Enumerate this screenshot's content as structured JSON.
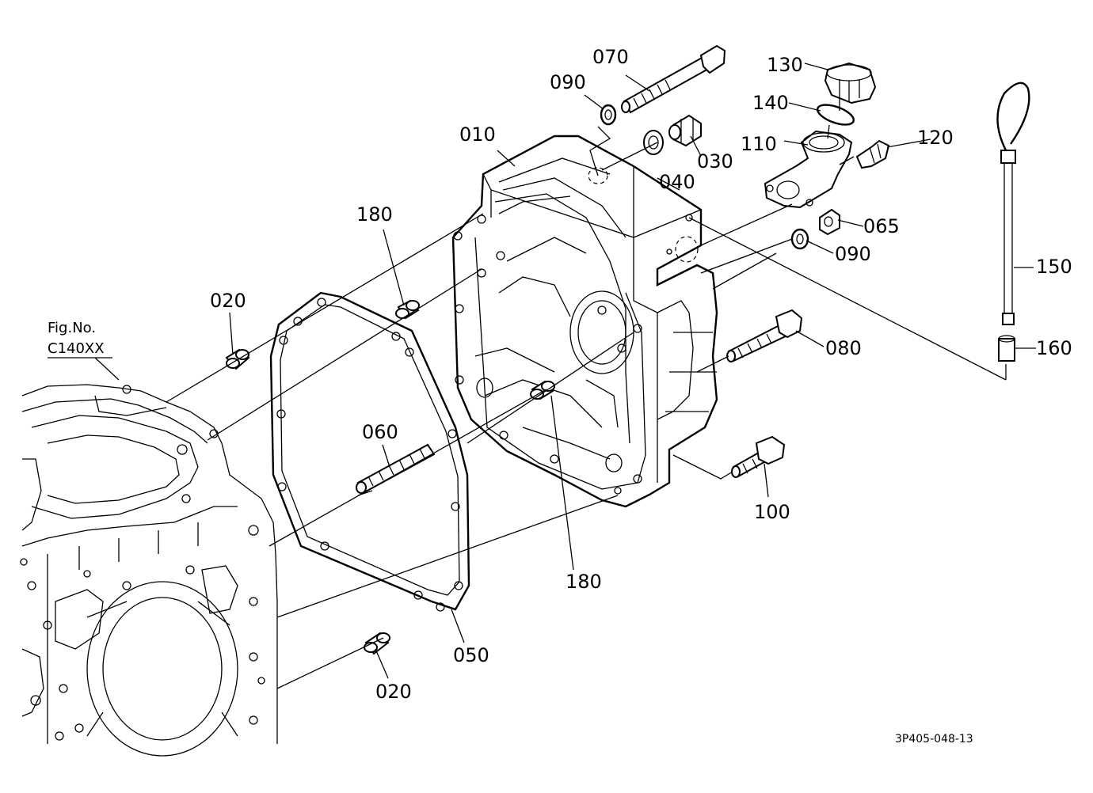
{
  "figure": {
    "ref_label": "Fig.No.",
    "ref_code": "C140XX",
    "drawing_code": "3P405-048-13"
  },
  "callouts": {
    "c010": "010",
    "c020a": "020",
    "c020b": "020",
    "c030": "030",
    "c040": "040",
    "c050": "050",
    "c060": "060",
    "c065": "065",
    "c070": "070",
    "c080": "080",
    "c090a": "090",
    "c090b": "090",
    "c100": "100",
    "c110": "110",
    "c120": "120",
    "c130": "130",
    "c140": "140",
    "c150": "150",
    "c160": "160",
    "c180a": "180",
    "c180b": "180"
  }
}
